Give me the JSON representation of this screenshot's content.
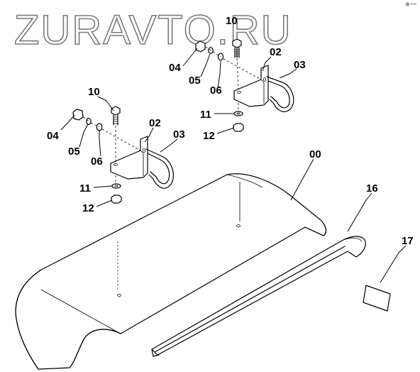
{
  "watermark": "ZURAVTO.RU",
  "corner_mark": "a·—",
  "callouts": {
    "p00": "00",
    "p16": "16",
    "p17": "17",
    "p10a": "10",
    "p04a": "04",
    "p05a": "05",
    "p06a": "06",
    "p02a": "02",
    "p03a": "03",
    "p11a": "11",
    "p12a": "12",
    "p10b": "10",
    "p04b": "04",
    "p05b": "05",
    "p06b": "06",
    "p02b": "02",
    "p03b": "03",
    "p11b": "11",
    "p12b": "12"
  },
  "colors": {
    "line": "#000000",
    "watermark": "#7a7a7a",
    "background": "#ffffff"
  }
}
